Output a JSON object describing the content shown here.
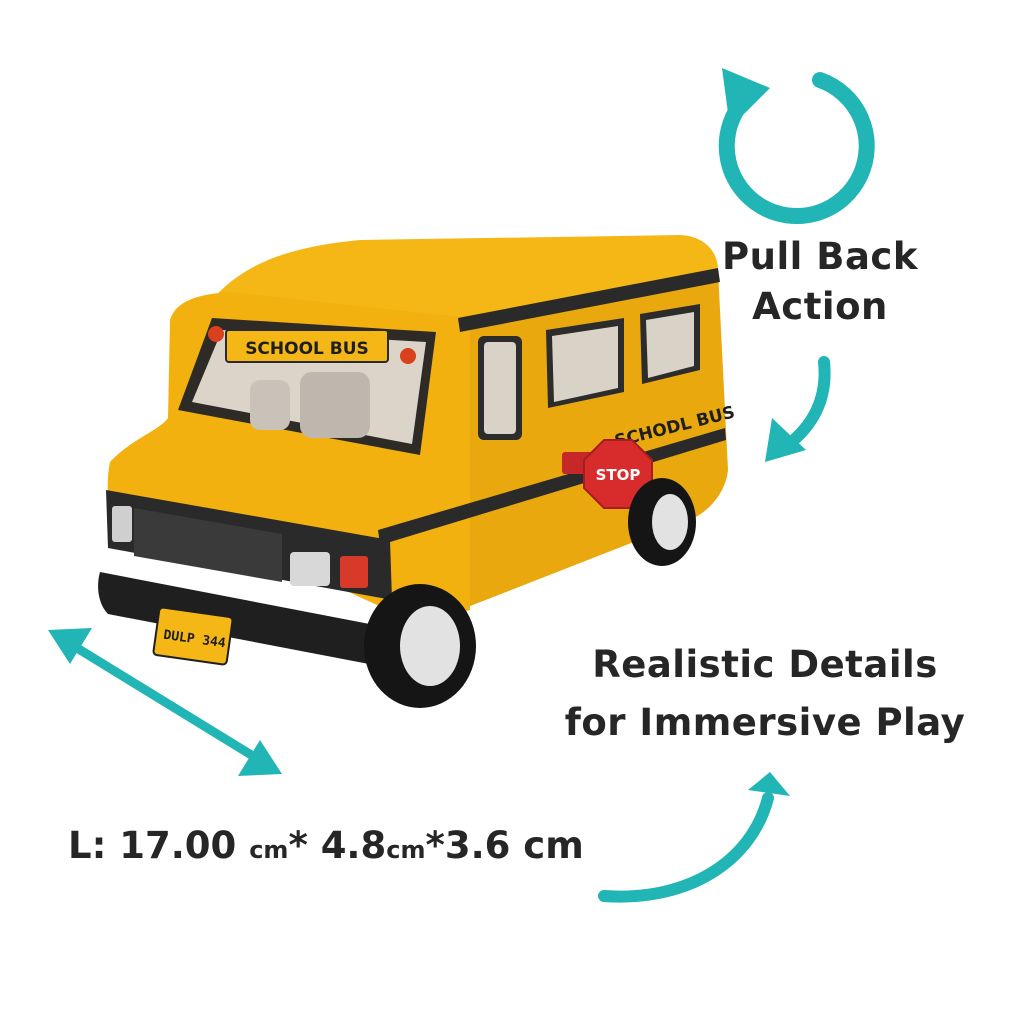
{
  "colors": {
    "accent": "#21B5B5",
    "text": "#262626",
    "bus_body": "#F2B10F",
    "bus_trim": "#262626",
    "stop_sign": "#D82B2B"
  },
  "icons": {
    "rotate": "circular-arrow-icon",
    "dimension": "double-arrow-icon",
    "curve_down": "curved-arrow-down-icon",
    "curve_up": "curved-arrow-up-icon"
  },
  "features": {
    "pull_back": {
      "line1": "Pull Back",
      "line2": "Action"
    },
    "realistic": {
      "line1": "Realistic Details",
      "line2": "for Immersive Play"
    }
  },
  "dimensions": {
    "prefix": "L:",
    "length": "17.00",
    "unit1": "cm",
    "sep1": "*",
    "width": "4.8",
    "unit2": "cm",
    "sep2": "*",
    "height": "3.6",
    "unit3": "cm"
  },
  "bus": {
    "sign": "SCHOOL BUS",
    "side_text": "SCHODL BUS",
    "stop": "STOP",
    "plate": "DULP 344"
  }
}
